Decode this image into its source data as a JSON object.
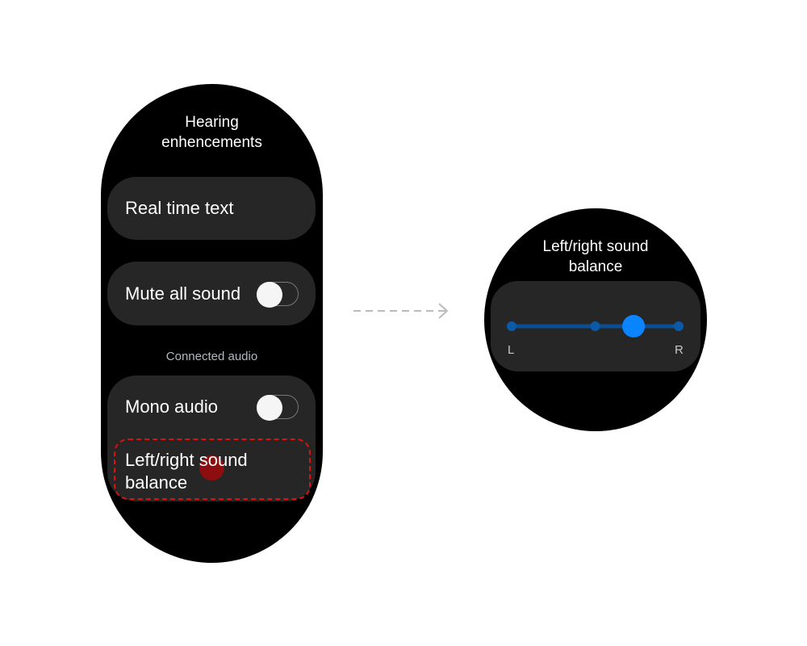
{
  "screen1": {
    "title": "Hearing enhencements",
    "items": [
      {
        "label": "Real time text"
      },
      {
        "label": "Mute all sound",
        "toggle": false
      },
      {
        "label": "Mono audio",
        "toggle": false
      },
      {
        "label": "Left/right sound balance"
      }
    ],
    "section_header": "Connected audio"
  },
  "screen2": {
    "title": "Left/right sound balance",
    "left_label": "L",
    "right_label": "R",
    "balance_value": 0.73,
    "accent": "#0a84ff"
  }
}
